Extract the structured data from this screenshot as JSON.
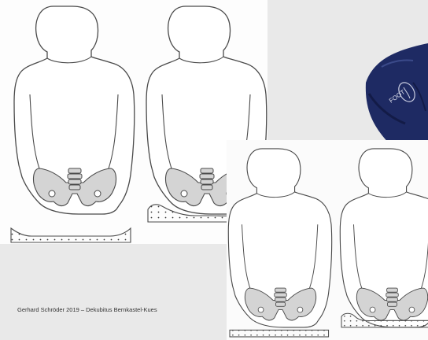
{
  "credit": "Gerhard Schröder 2019 – Dekubitus Bernkastel-Kues",
  "photo": {
    "label": "FOOT",
    "colors": {
      "cushion": "#1e2a63",
      "cushion_shadow": "#131b47",
      "cushion_highlight": "#3b4a8a"
    }
  },
  "figures": [
    {
      "name": "figure-flat-cushion"
    },
    {
      "name": "figure-contoured-cushion"
    },
    {
      "name": "figure-thin-cushion"
    },
    {
      "name": "figure-wedge-cushion"
    }
  ],
  "colors": {
    "outline": "#4a4a4a",
    "pelvis": "#d4d4d4",
    "background": "#e9e9e9",
    "panel": "#ffffff"
  }
}
